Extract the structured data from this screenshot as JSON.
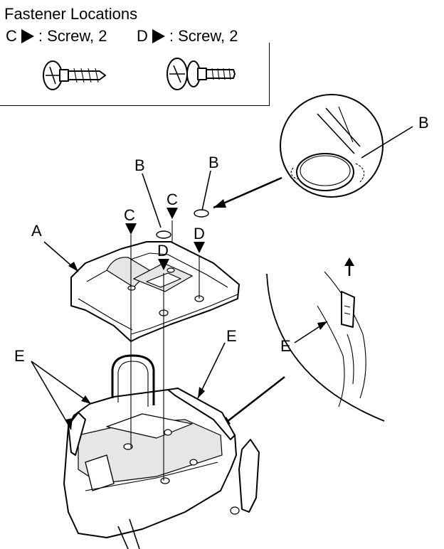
{
  "header": {
    "title": "Fastener Locations",
    "c_letter": "C",
    "c_desc": ": Screw, 2",
    "d_letter": "D",
    "d_desc": ": Screw, 2"
  },
  "callouts": {
    "a": "A",
    "b_left": "B",
    "b_right": "B",
    "b_detail": "B",
    "c_left": "C",
    "c_right": "C",
    "d_left": "D",
    "d_right": "D",
    "e_left": "E",
    "e_right": "E",
    "e_detail": "E"
  },
  "colors": {
    "line": "#000000",
    "background": "#ffffff"
  }
}
